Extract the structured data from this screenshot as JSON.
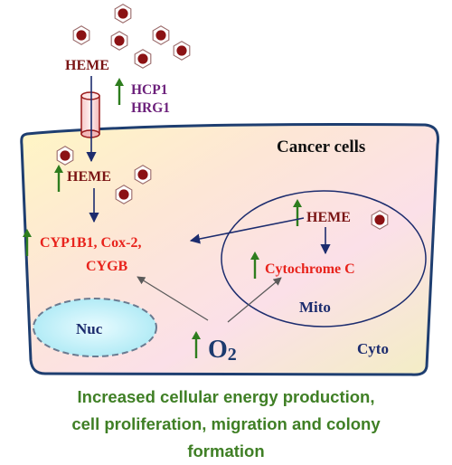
{
  "labels": {
    "heme_outside": "HEME",
    "hcp1": "HCP1",
    "hrg1": "HRG1",
    "cancer_cells": "Cancer cells",
    "heme_cytoplasm": "HEME",
    "targets_line1": "CYP1B1, Cox-2,",
    "targets_line2": "CYGB",
    "heme_mito": "HEME",
    "cytochrome_c": "Cytochrome C",
    "mito": "Mito",
    "nuc": "Nuc",
    "o2_letter": "O",
    "o2_subscript": "2",
    "cyto": "Cyto"
  },
  "caption": {
    "line1": "Increased cellular energy production,",
    "line2": "cell proliferation, migration and colony",
    "line3": "formation"
  },
  "colors": {
    "heme_dark_red": "#7a1414",
    "transporter_purple": "#6b1f7a",
    "red_text": "#e8231c",
    "navy": "#1c2c6e",
    "up_arrow_green": "#2e7d1e",
    "caption_green": "#3f7f25",
    "cell_border": "#1e3e70",
    "heme_disk": "#8b1214"
  },
  "icons": [
    "heme-molecule-icon",
    "up-arrow-icon",
    "transporter-channel-icon"
  ]
}
